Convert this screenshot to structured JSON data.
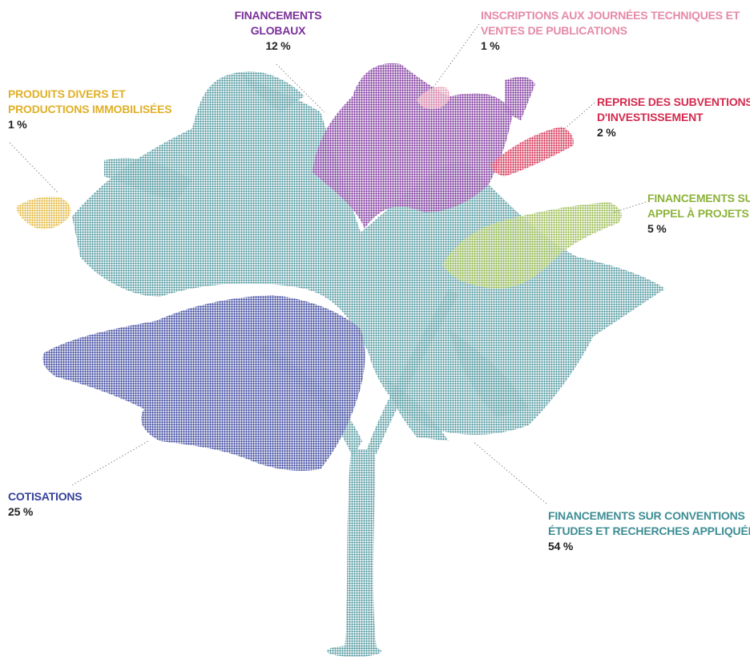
{
  "chart_data": {
    "type": "pie",
    "series": [
      {
        "key": "globaux",
        "label_lines": [
          "FINANCEMENTS",
          "GLOBAUX"
        ],
        "value": 12,
        "display": "12 %",
        "color": "#7a2f99"
      },
      {
        "key": "inscriptions",
        "label_lines": [
          "INSCRIPTIONS AUX JOURNÉES TECHNIQUES ET",
          "VENTES DE PUBLICATIONS"
        ],
        "value": 1,
        "display": "1 %",
        "color": "#e58aa6"
      },
      {
        "key": "produits",
        "label_lines": [
          "PRODUITS DIVERS ET",
          "PRODUCTIONS IMMOBILISÉES"
        ],
        "value": 1,
        "display": "1 %",
        "color": "#e0b028"
      },
      {
        "key": "reprise",
        "label_lines": [
          "REPRISE DES SUBVENTIONS",
          "D'INVESTISSEMENT"
        ],
        "value": 2,
        "display": "2 %",
        "color": "#d42a4e"
      },
      {
        "key": "appel",
        "label_lines": [
          "FINANCEMENTS SUR",
          "APPEL À PROJETS"
        ],
        "value": 5,
        "display": "5 %",
        "color": "#8db33b"
      },
      {
        "key": "cotisations",
        "label_lines": [
          "COTISATIONS"
        ],
        "value": 25,
        "display": "25 %",
        "color": "#35409a"
      },
      {
        "key": "conventions",
        "label_lines": [
          "FINANCEMENTS SUR CONVENTIONS",
          "ÉTUDES ET RECHERCHES APPLIQUÉES"
        ],
        "value": 54,
        "display": "54 %",
        "color": "#3d8d94"
      }
    ]
  }
}
